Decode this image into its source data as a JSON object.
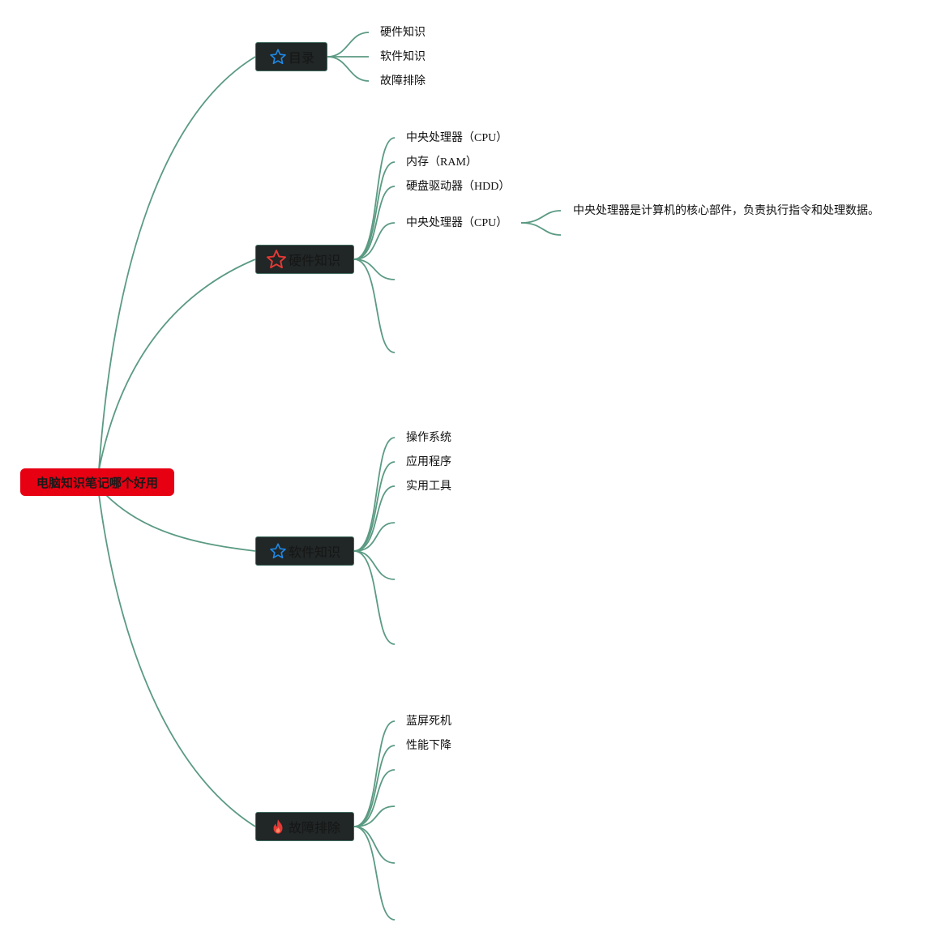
{
  "root": {
    "label": "电脑知识笔记哪个好用"
  },
  "branches": [
    {
      "label": "目录",
      "icon": "blue-star-icon",
      "color": "#1e88e5",
      "children": [
        "硬件知识",
        "软件知识",
        "故障排除"
      ]
    },
    {
      "label": "硬件知识",
      "icon": "red-star-icon",
      "color": "#e53935",
      "children": [
        "中央处理器（CPU）",
        "内存（RAM）",
        "硬盘驱动器（HDD）",
        "中央处理器（CPU）"
      ],
      "detail": "中央处理器是计算机的核心部件，负责执行指令和处理数据。"
    },
    {
      "label": "软件知识",
      "icon": "blue-star-icon",
      "color": "#1e88e5",
      "children": [
        "操作系统",
        "应用程序",
        "实用工具"
      ]
    },
    {
      "label": "故障排除",
      "icon": "fire-icon",
      "color": "#e53935",
      "children": [
        "蓝屏死机",
        "性能下降"
      ]
    }
  ],
  "colors": {
    "link": "#5b9a83",
    "root_bg": "#e60012",
    "branch_bg": "#212626"
  }
}
